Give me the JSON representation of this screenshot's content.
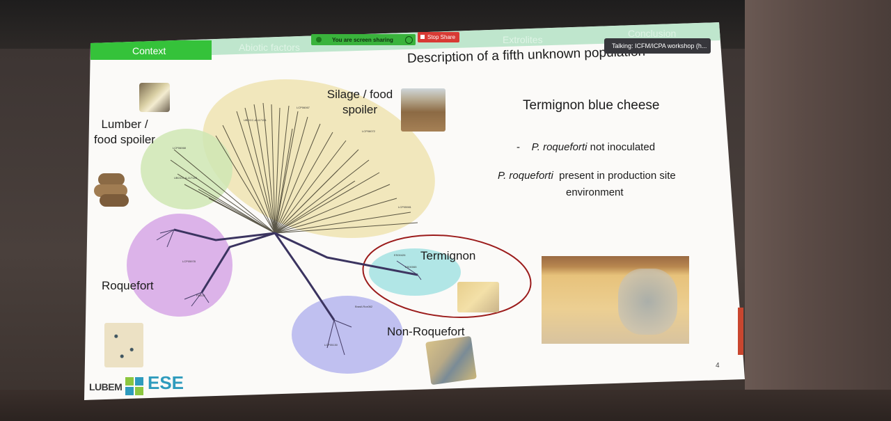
{
  "screen_share": {
    "status_text": "You are screen sharing",
    "stop_label": "Stop Share",
    "talking_text": "Talking: ICFM/ICPA workshop  (h..."
  },
  "nav": {
    "items": [
      {
        "label": "Context",
        "active": true
      },
      {
        "label": "Abiotic factors",
        "active": false
      },
      {
        "label": "Extrolites",
        "active": false
      },
      {
        "label": "Conclusion",
        "active": false
      }
    ]
  },
  "slide": {
    "title": "Description of a fifth unknown population",
    "page_number": "4",
    "right_heading": "Termignon blue cheese",
    "bullet1_dash": "-",
    "bullet1_italic": "P. roqueforti",
    "bullet1_rest": "not inoculated",
    "line2_italic": "P. roqueforti",
    "line2_rest": "present in production site",
    "line3": "environment",
    "groups": {
      "silage_line1": "Silage / food",
      "silage_line2": "spoiler",
      "lumber_line1": "Lumber /",
      "lumber_line2": "food spoiler",
      "roquefort": "Roquefort",
      "termignon": "Termignon",
      "non_roquefort": "Non-Roquefort"
    },
    "logos": {
      "lubem": "LUBEM",
      "ese": "ESE"
    },
    "colors": {
      "silage": "#eee3b1",
      "lumber": "#cfe6b4",
      "roquefort": "#d6a6e6",
      "termignon": "#a9e3e3",
      "non_roquefort": "#b5b5ee",
      "highlight_ellipse": "#9b1b1b",
      "nav_active": "#35c23a"
    }
  }
}
